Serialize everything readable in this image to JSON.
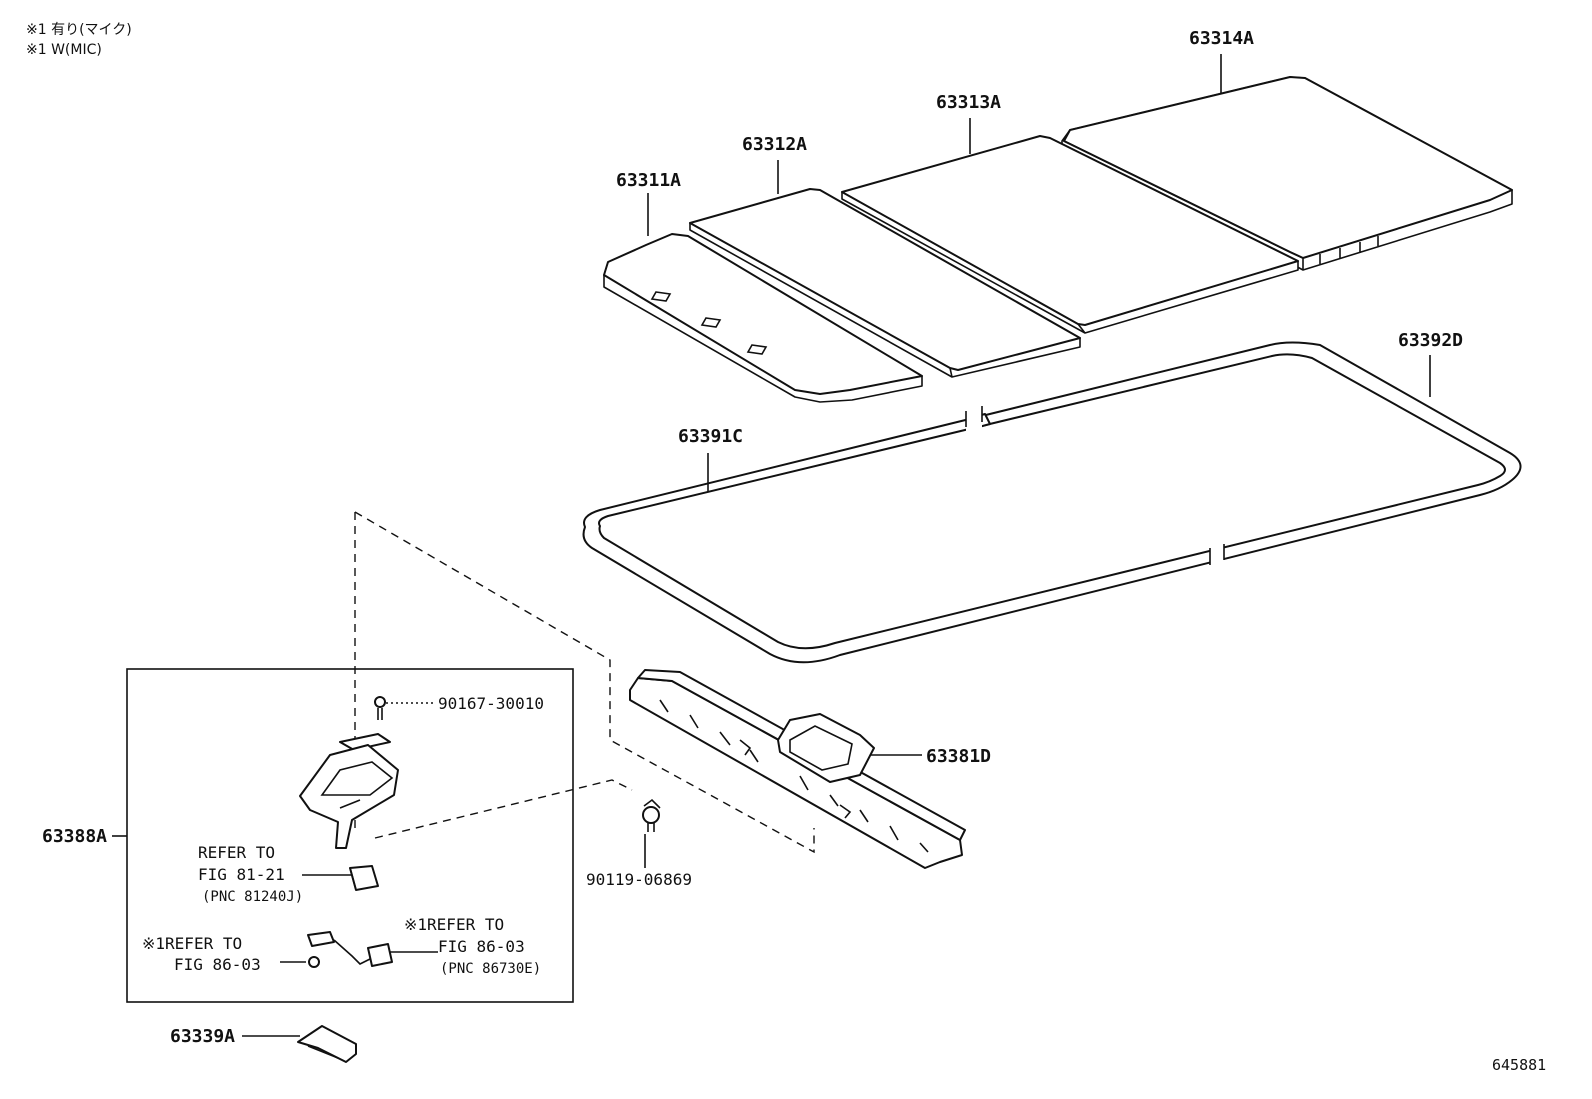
{
  "notes": {
    "line1": "※1 有り(マイク)",
    "line2": "※1 W(MIC)"
  },
  "parts": {
    "p63314A": "63314A",
    "p63313A": "63313A",
    "p63312A": "63312A",
    "p63311A": "63311A",
    "p63392D": "63392D",
    "p63391C": "63391C",
    "p63381D": "63381D",
    "p63388A": "63388A",
    "p63339A": "63339A",
    "p90167": "90167-30010",
    "p90119": "90119-06869"
  },
  "refs": {
    "ref1_line1": "REFER TO",
    "ref1_line2": "FIG 81-21",
    "ref1_line3": "(PNC 81240J)",
    "ref2_line1": "※1REFER TO",
    "ref2_line2": "FIG 86-03",
    "ref3_line1": "※1REFER TO",
    "ref3_line2": "FIG 86-03",
    "ref3_line3": "(PNC 86730E)"
  },
  "figure_id": "645881"
}
